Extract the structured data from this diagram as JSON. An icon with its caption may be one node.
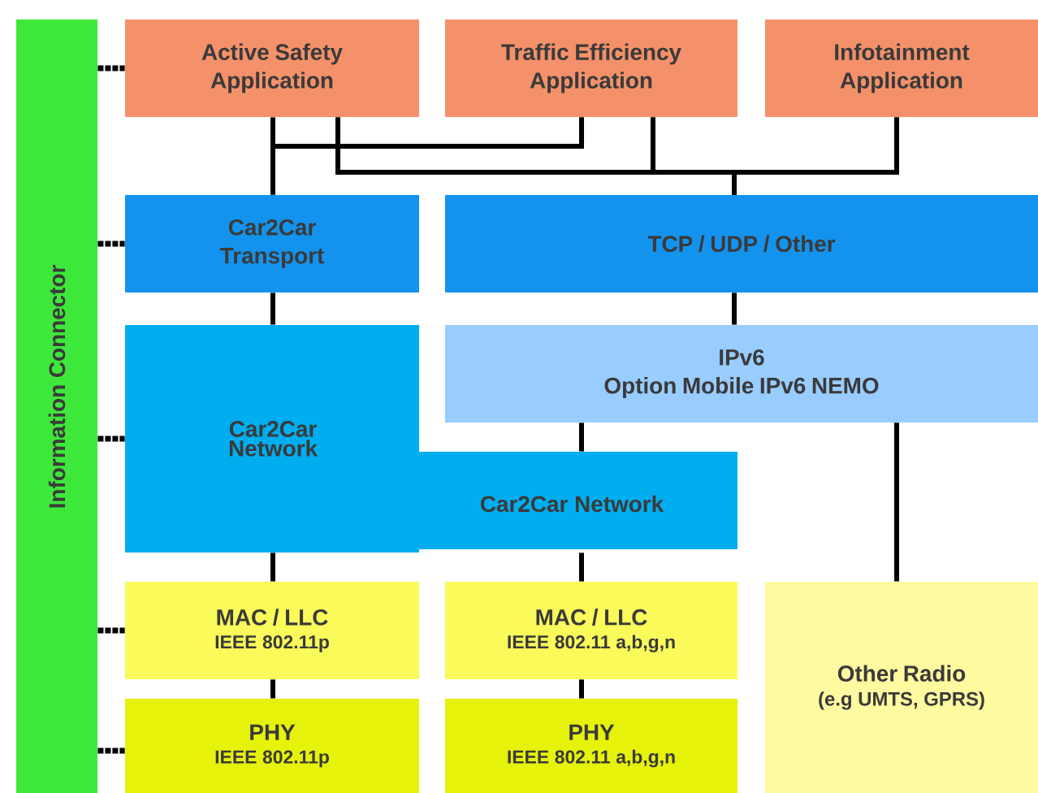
{
  "diagram": {
    "nodes": [
      {
        "text": [
          "Information Connector"
        ]
      },
      {
        "text": [
          "Active Safety Application"
        ]
      },
      {
        "text": [
          "Traffic Efficiency Application"
        ]
      },
      {
        "text": [
          "Infotainment Application"
        ]
      },
      {
        "text": [
          "Car2Car Transport"
        ]
      },
      {
        "text": [
          "TCP / UDP / Other"
        ]
      },
      {
        "text": [
          "Car2Car Network",
          "Car2Car Network"
        ]
      },
      {
        "text": [
          "IPv6",
          "Option Mobile IPv6 NEMO"
        ]
      },
      {
        "text": [
          "MAC / LLC",
          "IEEE 802.11p"
        ]
      },
      {
        "text": [
          "MAC / LLC",
          "IEEE 802.11 a,b,g,n"
        ]
      },
      {
        "text": [
          "Other Radio",
          "(e.g UMTS, GPRS)"
        ]
      },
      {
        "text": [
          "PHY",
          "IEEE 802.11p"
        ]
      },
      {
        "text": [
          "PHY",
          "IEEE 802.11 a,b,g,n"
        ]
      }
    ],
    "edges": [
      {
        "from": 0,
        "to": 1,
        "arrow": "none",
        "style": "dashed"
      },
      {
        "from": 0,
        "to": 4,
        "arrow": "none",
        "style": "dashed"
      },
      {
        "from": 0,
        "to": 6,
        "arrow": "none",
        "style": "dashed"
      },
      {
        "from": 0,
        "to": 8,
        "arrow": "none",
        "style": "dashed"
      },
      {
        "from": 0,
        "to": 11,
        "arrow": "none",
        "style": "dashed"
      },
      {
        "from": 1,
        "to": 4,
        "arrow": "none"
      },
      {
        "from": 2,
        "to": 4,
        "arrow": "none"
      },
      {
        "from": 1,
        "to": 5,
        "arrow": "none"
      },
      {
        "from": 2,
        "to": 5,
        "arrow": "none"
      },
      {
        "from": 3,
        "to": 5,
        "arrow": "none"
      },
      {
        "from": 4,
        "to": 6,
        "arrow": "none"
      },
      {
        "from": 5,
        "to": 7,
        "arrow": "none"
      },
      {
        "from": 7,
        "to": 6,
        "arrow": "none"
      },
      {
        "from": 7,
        "to": 10,
        "arrow": "none"
      },
      {
        "from": 6,
        "to": 8,
        "arrow": "none"
      },
      {
        "from": 6,
        "to": 9,
        "arrow": "none"
      },
      {
        "from": 8,
        "to": 11,
        "arrow": "none"
      },
      {
        "from": 9,
        "to": 12,
        "arrow": "none"
      }
    ]
  }
}
